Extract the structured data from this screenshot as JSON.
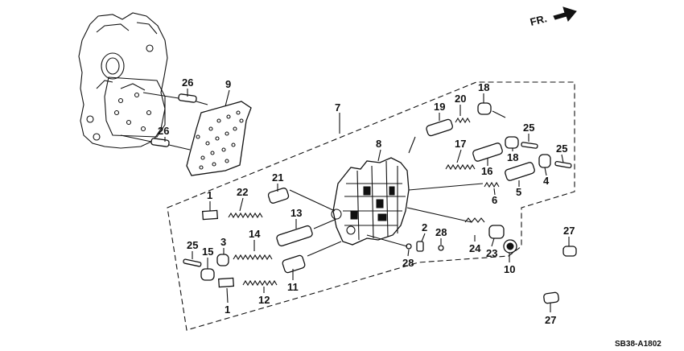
{
  "diagram": {
    "direction_label": "FR.",
    "direction_icon": "arrow-right-icon",
    "drawing_code": "SB38-A1802",
    "callouts": [
      "26",
      "9",
      "26",
      "7",
      "8",
      "19",
      "20",
      "18",
      "25",
      "17",
      "16",
      "18",
      "25",
      "6",
      "5",
      "4",
      "21",
      "22",
      "1",
      "13",
      "2",
      "28",
      "24",
      "23",
      "14",
      "25",
      "15",
      "3",
      "28",
      "10",
      "11",
      "12",
      "1",
      "27",
      "27"
    ]
  }
}
